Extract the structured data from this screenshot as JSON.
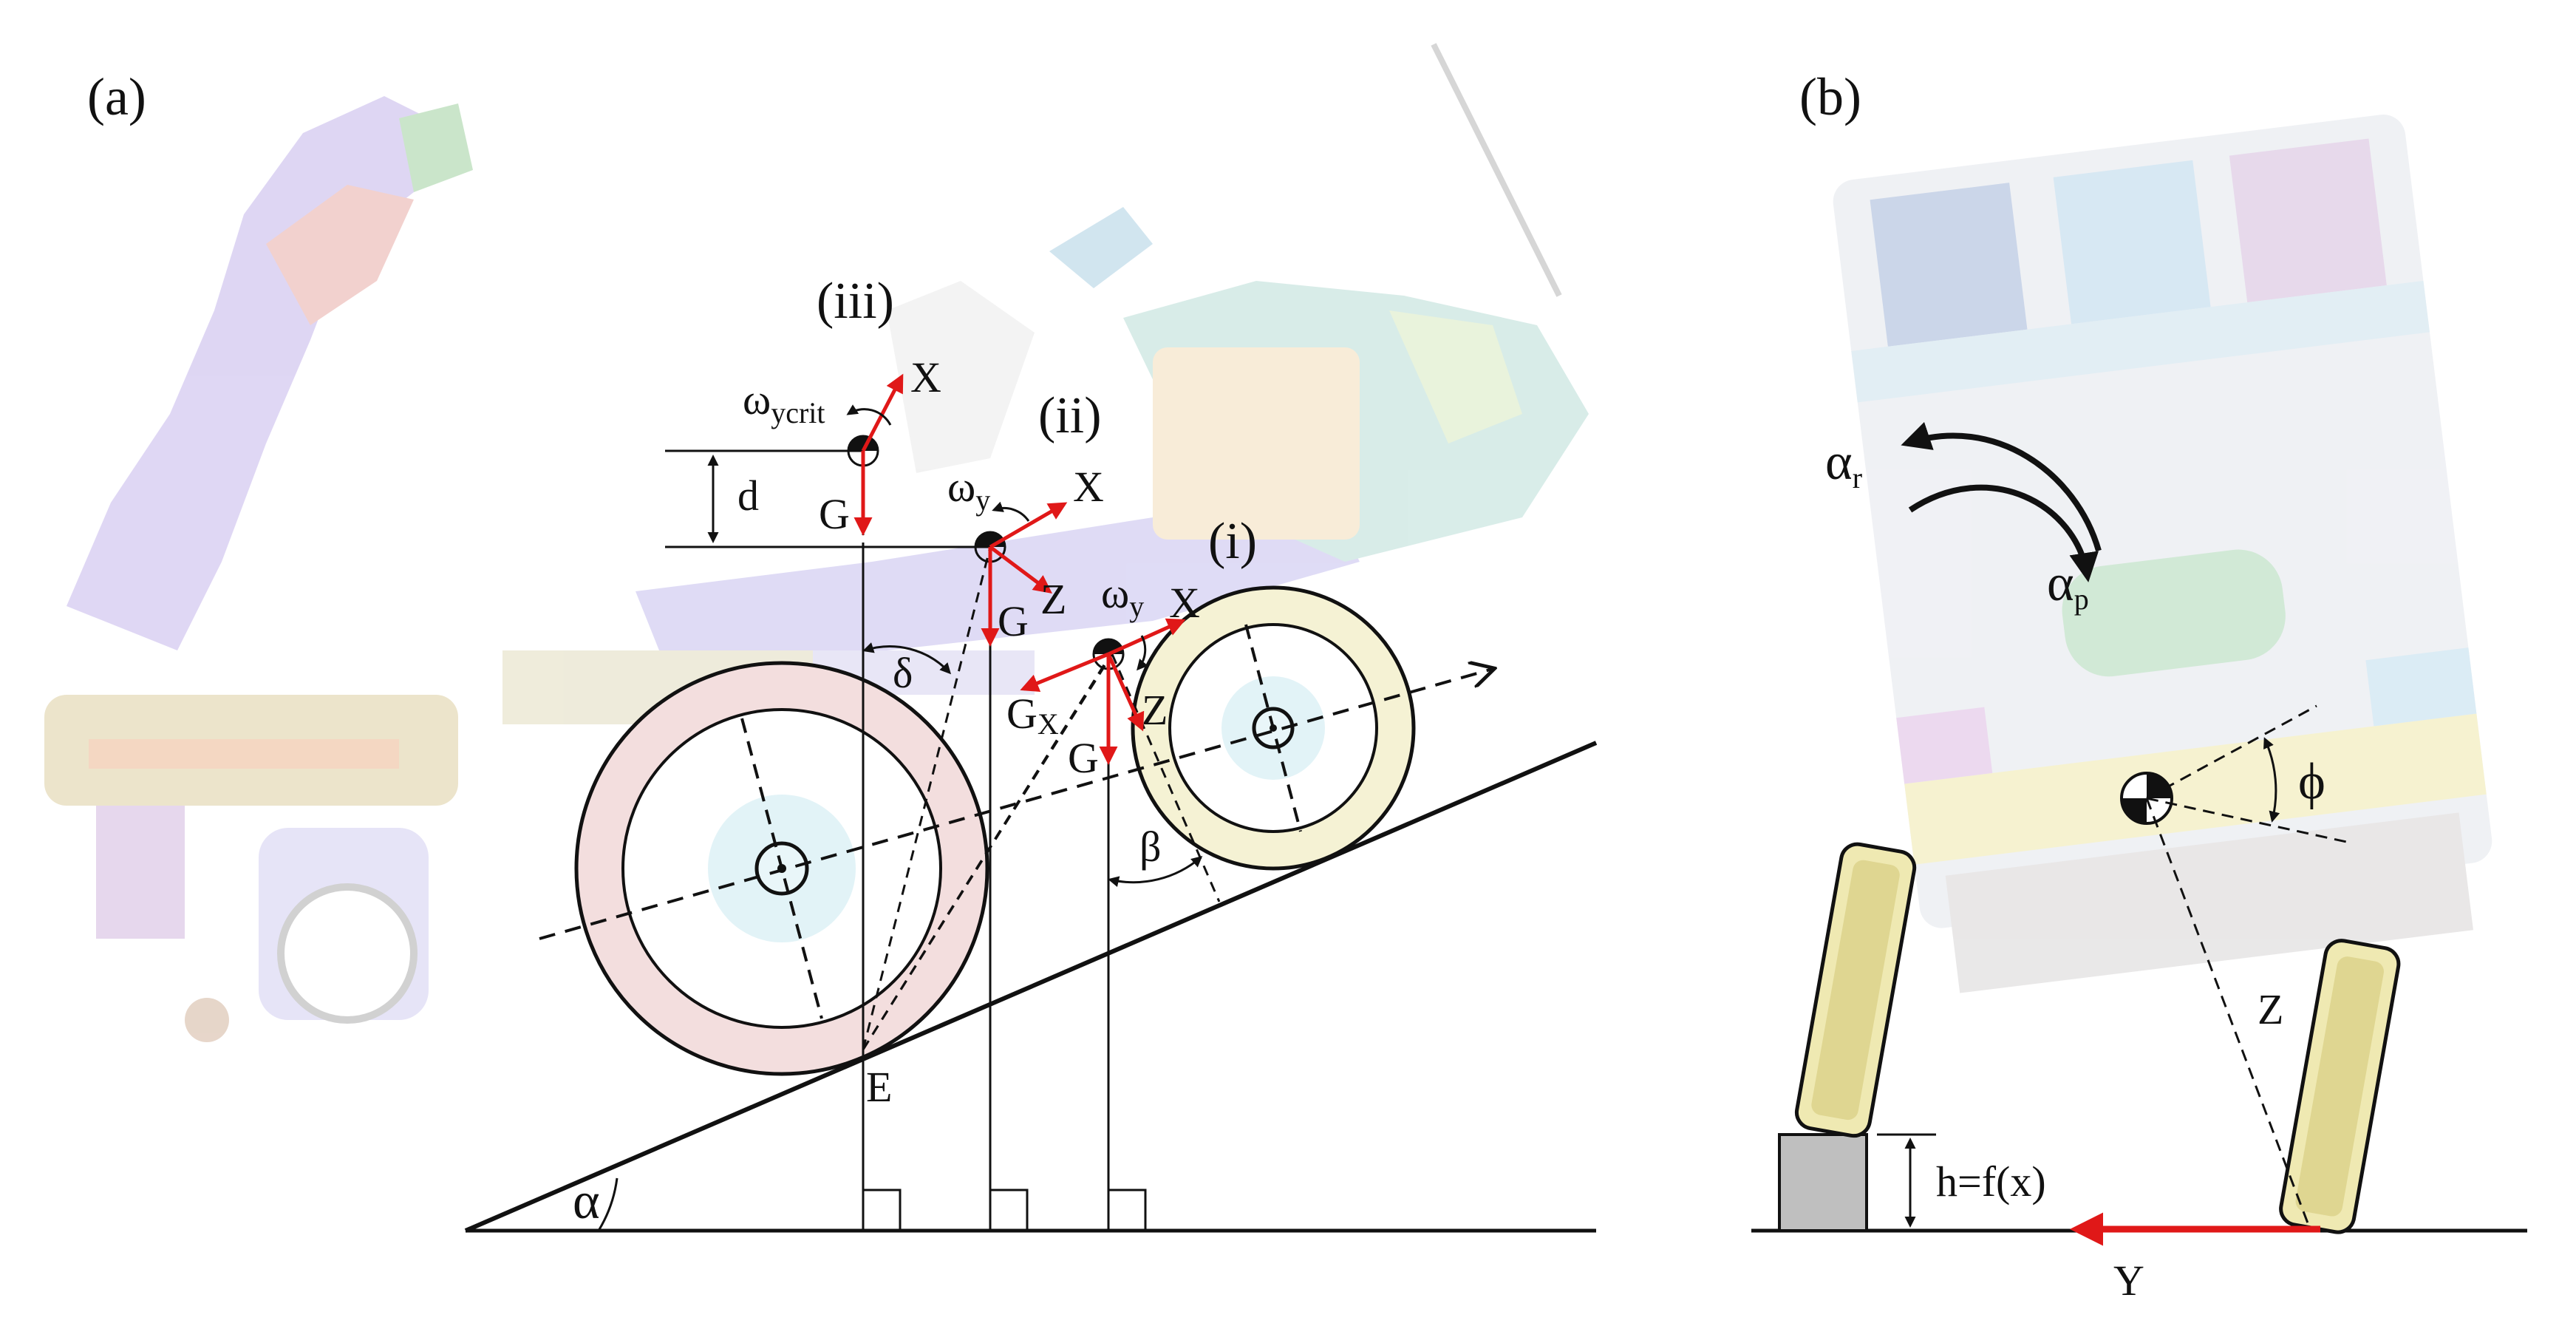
{
  "panel_a": {
    "label": "(a)",
    "angles": {
      "alpha": "α",
      "beta": "β",
      "delta": "δ"
    },
    "point_E": "E",
    "dimension_d": "d",
    "positions": [
      {
        "tag": "(iii)",
        "omega": "ω",
        "omega_sub": "ycrit",
        "x": "X",
        "g": "G"
      },
      {
        "tag": "(ii)",
        "omega": "ω",
        "omega_sub": "y",
        "x": "X",
        "z": "Z",
        "g": "G"
      },
      {
        "tag": "(i)",
        "omega": "ω",
        "omega_sub": "y",
        "x": "X",
        "z": "Z",
        "g": "G",
        "gx": "G",
        "gx_sub": "X"
      }
    ]
  },
  "panel_b": {
    "label": "(b)",
    "alpha_r": "α",
    "alpha_r_sub": "r",
    "alpha_p": "α",
    "alpha_p_sub": "p",
    "phi": "ϕ",
    "z": "Z",
    "y": "Y",
    "h": "h=f(x)"
  },
  "colors": {
    "force": "#e01818",
    "line": "#111111"
  }
}
